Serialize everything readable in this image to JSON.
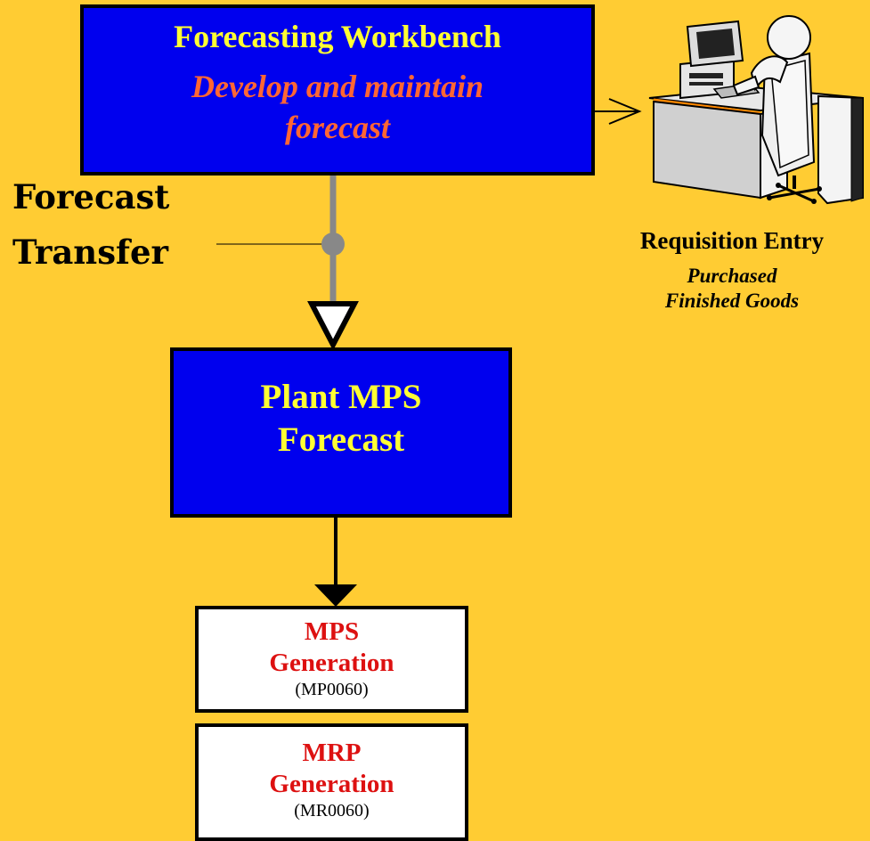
{
  "colors": {
    "background": "#FFCC33",
    "box_fill": "#0000EE",
    "title_text": "#FFFF33",
    "subtitle_text": "#FF6633",
    "gen_text": "#DD1111",
    "connector_gray": "#888888"
  },
  "workbench": {
    "title": "Forecasting Workbench",
    "subtitle_line1": "Develop and maintain",
    "subtitle_line2": "forecast"
  },
  "transfer": {
    "line1": "Forecast",
    "line2": "Transfer"
  },
  "requisition": {
    "title": "Requisition Entry",
    "line1": "Purchased",
    "line2": "Finished Goods",
    "icon": "workstation-user-icon"
  },
  "plant_mps": {
    "line1": "Plant MPS",
    "line2": "Forecast"
  },
  "mps_gen": {
    "line1": "MPS",
    "line2": "Generation",
    "code": "(MP0060)"
  },
  "mrp_gen": {
    "line1": "MRP",
    "line2": "Generation",
    "code": "(MR0060)"
  }
}
